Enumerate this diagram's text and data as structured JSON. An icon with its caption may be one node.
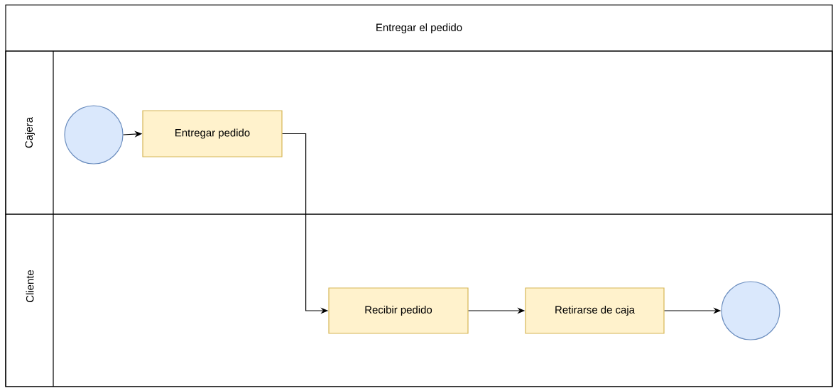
{
  "diagram": {
    "nodes": [
      {
        "text": [
          "Entregar el pedido"
        ]
      },
      {
        "text": [
          "Cajera"
        ],
        "in": 0
      },
      {
        "text": [
          "Cliente"
        ],
        "in": 0
      },
      {
        "text": [],
        "shape": "circle",
        "in": 1
      },
      {
        "text": [
          "Entregar pedido"
        ],
        "in": 1
      },
      {
        "text": [
          "Recibir pedido"
        ],
        "in": 2
      },
      {
        "text": [
          "Retirarse de caja"
        ],
        "in": 2
      },
      {
        "text": [],
        "shape": "circle",
        "in": 2
      }
    ],
    "edges": [
      {
        "from": 3,
        "to": 4,
        "arrow": "to"
      },
      {
        "from": 4,
        "to": 5,
        "arrow": "to"
      },
      {
        "from": 5,
        "to": 6,
        "arrow": "to"
      },
      {
        "from": 6,
        "to": 7,
        "arrow": "to"
      }
    ]
  }
}
